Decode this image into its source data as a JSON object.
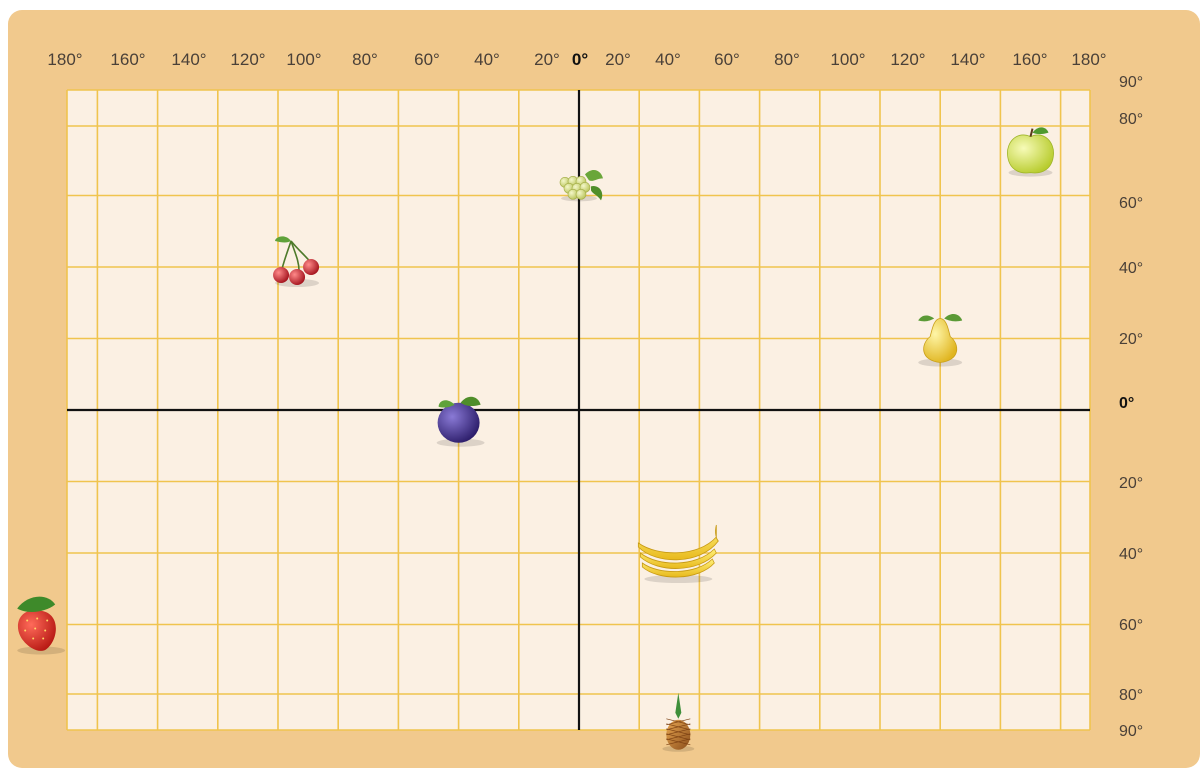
{
  "colors": {
    "frame": "#f1c98d",
    "grid_background": "#fbf0e3",
    "grid_line": "#f0c44e",
    "axis_line": "#111111",
    "label_text": "#4a4038"
  },
  "longitude_labels": [
    "180°",
    "160°",
    "140°",
    "120°",
    "100°",
    "80°",
    "60°",
    "40°",
    "20°",
    "0°",
    "20°",
    "40°",
    "60°",
    "80°",
    "100°",
    "120°",
    "140°",
    "160°",
    "180°"
  ],
  "latitude_labels": [
    "90°",
    "80°",
    "60°",
    "40°",
    "20°",
    "0°",
    "20°",
    "40°",
    "60°",
    "80°",
    "90°"
  ],
  "fruits": [
    {
      "icon": "grapes-icon",
      "lon": 0,
      "lat": 62
    },
    {
      "icon": "apple-icon",
      "lon": 150,
      "lat": 72
    },
    {
      "icon": "cherries-icon",
      "lon": -95,
      "lat": 40
    },
    {
      "icon": "pear-icon",
      "lon": 120,
      "lat": 20
    },
    {
      "icon": "plum-icon",
      "lon": -40,
      "lat": -3
    },
    {
      "icon": "banana-icon",
      "lon": 33,
      "lat": -40
    },
    {
      "icon": "strawberry-icon",
      "lon": -180,
      "lat": -60
    },
    {
      "icon": "pineapple-icon",
      "lon": 33,
      "lat": -88
    }
  ]
}
